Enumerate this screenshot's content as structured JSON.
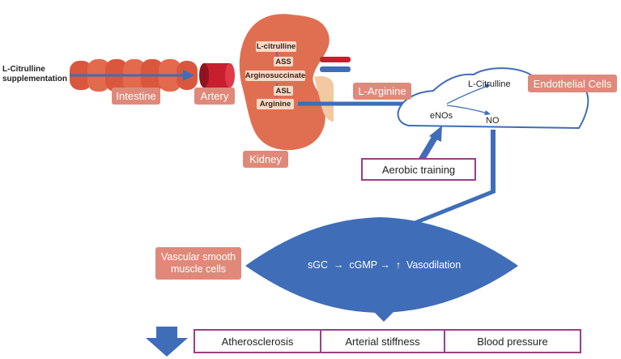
{
  "labels": {
    "supplement": "L-Citrulline supplementation",
    "intestine": "Intestine",
    "artery": "Artery",
    "kidney": "Kidney",
    "l_citrulline_k": "L-citrulline",
    "ass": "ASS",
    "argininosuccinate": "Arginosuccinate",
    "asl": "ASL",
    "arginine": "Arginine",
    "l_arginine": "L-Arginine",
    "l_citrulline_e": "L-Citrulline",
    "endothelial": "Endothelial Cells",
    "enos": "eNOs",
    "no": "NO",
    "aerobic": "Aerobic training",
    "vsmc": "Vascular smooth muscle cells",
    "pathway": "sGC  →  cGMP →  ↑  Vasodilation"
  },
  "outcomes": [
    "Atherosclerosis",
    "Arterial stiffness",
    "Blood pressure"
  ],
  "colors": {
    "arrow_blue": "#3f6db8",
    "salmon": "#e0897a",
    "kidney": "#e06f52",
    "purple": "#9b3f86"
  }
}
